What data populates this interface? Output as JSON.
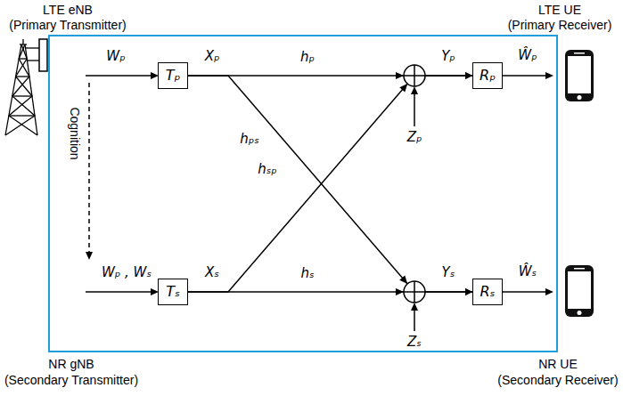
{
  "diagram": {
    "nodes": [
      {
        "text": [
          "Tₚ"
        ]
      },
      {
        "text": [
          "Rₚ"
        ]
      },
      {
        "text": [
          "Tₛ"
        ]
      },
      {
        "text": [
          "Rₛ"
        ]
      }
    ],
    "edges": [
      {
        "from": 0,
        "to": 1,
        "label": "hₚ",
        "arrow": "to"
      },
      {
        "from": 0,
        "to": 3,
        "label": "hₚₛ",
        "arrow": "to"
      },
      {
        "from": 2,
        "to": 1,
        "label": "hₛₚ",
        "arrow": "to"
      },
      {
        "from": 2,
        "to": 3,
        "label": "hₛ",
        "arrow": "to"
      }
    ],
    "labels": [
      "LTE eNB",
      "(Primary Transmitter)",
      "LTE UE",
      "(Primary Receiver)",
      "Wₚ",
      "Xₚ",
      "Yₚ",
      "Ŵₚ",
      "Zₚ",
      "Cognition",
      "Wₚ , Wₛ",
      "Xₛ",
      "Yₛ",
      "Ŵₛ",
      "Zₛ",
      "NR gNB",
      "(Secondary Transmitter)",
      "NR UE",
      "(Secondary Receiver)"
    ]
  }
}
